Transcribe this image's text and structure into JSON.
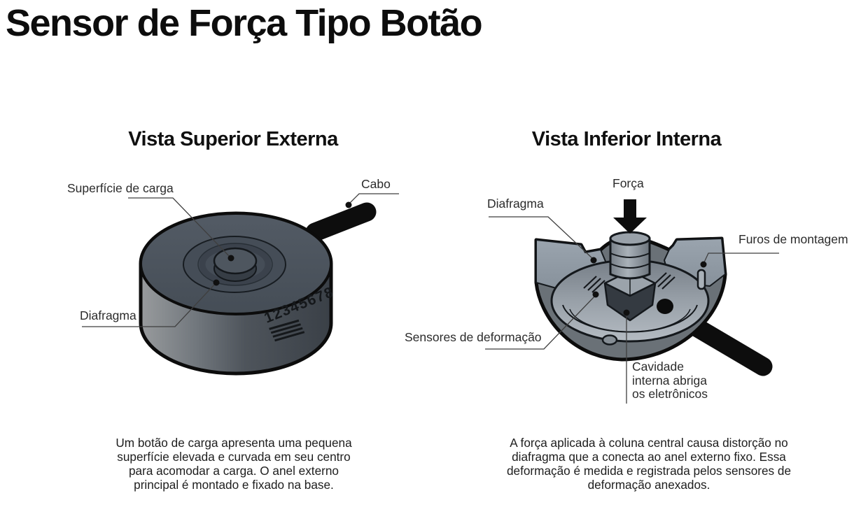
{
  "title": "Sensor de Força Tipo Botão",
  "panels": {
    "left": {
      "heading": "Vista Superior Externa",
      "labels": {
        "load_surface": "Superfície de carga",
        "cable": "Cabo",
        "diaphragm": "Diafragma"
      },
      "device": {
        "serial_marking": "12345678"
      },
      "caption": "Um botão de carga apresenta uma pequena superfície elevada e curvada em seu centro para acomodar a carga. O anel externo principal é montado e fixado na base."
    },
    "right": {
      "heading": "Vista Inferior Interna",
      "labels": {
        "force": "Força",
        "diaphragm": "Diafragma",
        "mounting_holes": "Furos de montagem",
        "strain_sensors": "Sensores de deformação",
        "internal_cavity": "Cavidade interna abriga os eletrônicos"
      },
      "caption": "A força aplicada à coluna central causa distorção no diafragma que a conecta ao anel externo fixo. Essa deformação é medida e registrada pelos sensores de deformação anexados."
    }
  },
  "colors": {
    "background": "#ffffff",
    "outline": "#0c0c0c",
    "device_dark_top": "#49515a",
    "device_cut_surface": "#949ea8",
    "bowl_dark": "#6a7177",
    "cavity_light": "#b4bbc2",
    "leader_line": "#3f3f3f",
    "label_text": "#2b2b2b"
  }
}
